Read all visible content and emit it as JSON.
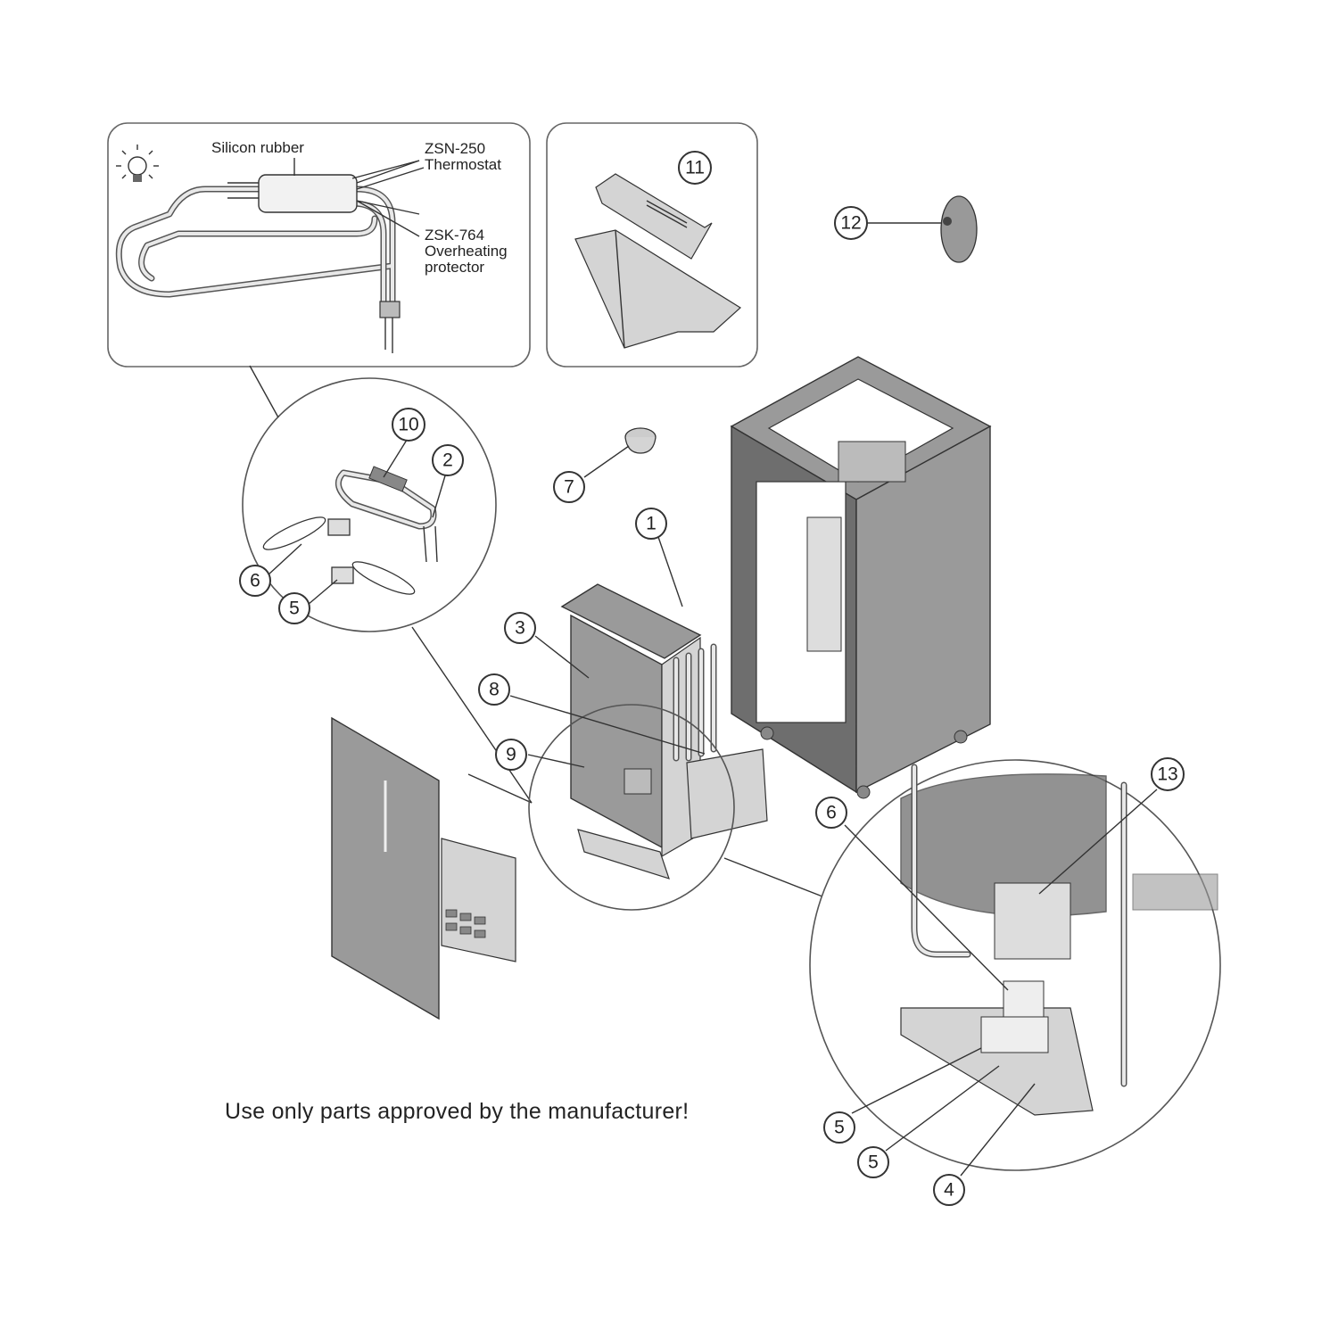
{
  "labels": {
    "silicon_rubber": "Silicon rubber",
    "zsn_line1": "ZSN-250",
    "zsn_line2": "Thermostat",
    "zsk_line1": "ZSK-764",
    "zsk_line2": "Overheating",
    "zsk_line3": "protector"
  },
  "callouts": {
    "c1": "1",
    "c2": "2",
    "c3": "3",
    "c4": "4",
    "c5a": "5",
    "c5b": "5",
    "c5c": "5",
    "c6a": "6",
    "c6b": "6",
    "c7": "7",
    "c8": "8",
    "c9": "9",
    "c10": "10",
    "c11": "11",
    "c12": "12",
    "c13": "13"
  },
  "footer": {
    "note": "Use only parts approved by the manufacturer!"
  },
  "icons": [
    "light-bulb-icon"
  ]
}
